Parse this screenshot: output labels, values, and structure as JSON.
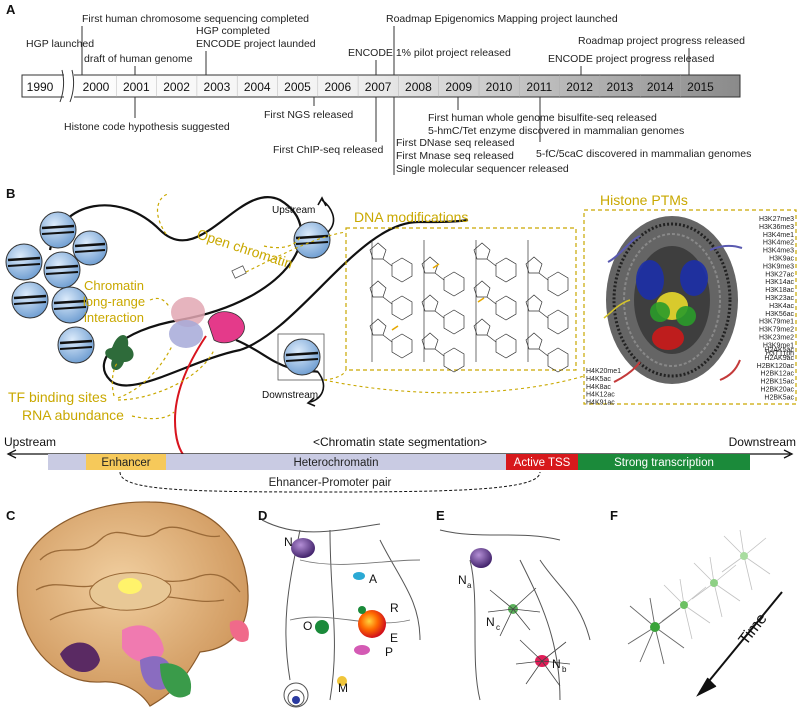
{
  "panels": {
    "a": "A",
    "b": "B",
    "c": "C",
    "d": "D",
    "e": "E",
    "f": "F"
  },
  "timeline": {
    "years": [
      "1990",
      "2000",
      "2001",
      "2002",
      "2003",
      "2004",
      "2005",
      "2006",
      "2007",
      "2008",
      "2009",
      "2010",
      "2011",
      "2012",
      "2013",
      "2014",
      "2015"
    ],
    "events_above": [
      "First human chromosome sequencing completed",
      "HGP launched",
      "draft of human genome",
      "HGP completed",
      "ENCODE project launded",
      "Roadmap Epigenomics Mapping project launched",
      "ENCODE 1% pilot project released",
      "Roadmap project progress released",
      "ENCODE project progress released"
    ],
    "events_below": [
      "Histone code hypothesis suggested",
      "First NGS released",
      "First ChIP-seq released",
      "First DNase seq released",
      "First Mnase seq released",
      "Single molecular sequencer released",
      "First human whole genome bisulfite-seq released",
      "5-hmC/Tet enzyme discovered in mammalian genomes",
      "5-fC/5caC discovered in mammalian genomes"
    ]
  },
  "panel_b": {
    "upstream": "Upstream",
    "downstream": "Downstream",
    "open_chromatin": "Open chromatin",
    "chromatin_long_range_1": "Chromatin",
    "chromatin_long_range_2": "long-range",
    "chromatin_long_range_3": "interaction",
    "tf_binding": "TF binding sites",
    "rna_abundance": "RNA abundance",
    "dna_modifications": "DNA modifications",
    "histone_ptms": "Histone PTMs",
    "ptm_right": [
      "H3K27me3",
      "H3K36me3",
      "H3K4me1",
      "H3K4me2",
      "H3K4me3",
      "H3K9ac",
      "H3K9me3",
      "H3K27ac",
      "H3K14ac",
      "H3K18ac",
      "H3K23ac",
      "H3K4ac",
      "H3K56ac",
      "H3K79me1",
      "H3K79me2",
      "H3K23me2",
      "H3K9me1",
      "H3T11ph"
    ],
    "ptm_right_lower": [
      "H2AK5ac",
      "H2AK9ac",
      "H2BK120ac",
      "H2BK12ac",
      "H2BK15ac",
      "H2BK20ac",
      "H2BK5ac"
    ],
    "ptm_left_lower": [
      "H4K20me1",
      "H4K5ac",
      "H4K8ac",
      "H4K12ac",
      "H4K91ac"
    ],
    "segmentation_left": "Upstream",
    "segmentation_right": "Downstream",
    "segmentation_title": "<Chromatin state segmentation>",
    "segments": [
      "Enhancer",
      "Heterochromatin",
      "Active TSS",
      "Strong transcription"
    ],
    "pair_label": "Ehnancer-Promoter pair",
    "colors": {
      "bar": "#c9cbe3",
      "enhancer": "#f6c95a",
      "active_tss": "#d7191c",
      "strong": "#1b8a3a",
      "gold": "#c9a800"
    }
  },
  "panel_d": {
    "labels": [
      "N",
      "A",
      "O",
      "R",
      "E",
      "P",
      "M"
    ]
  },
  "panel_e": {
    "labels": [
      "N",
      "a",
      "N",
      "c",
      "N",
      "b"
    ]
  },
  "panel_f": {
    "time": "Time"
  }
}
